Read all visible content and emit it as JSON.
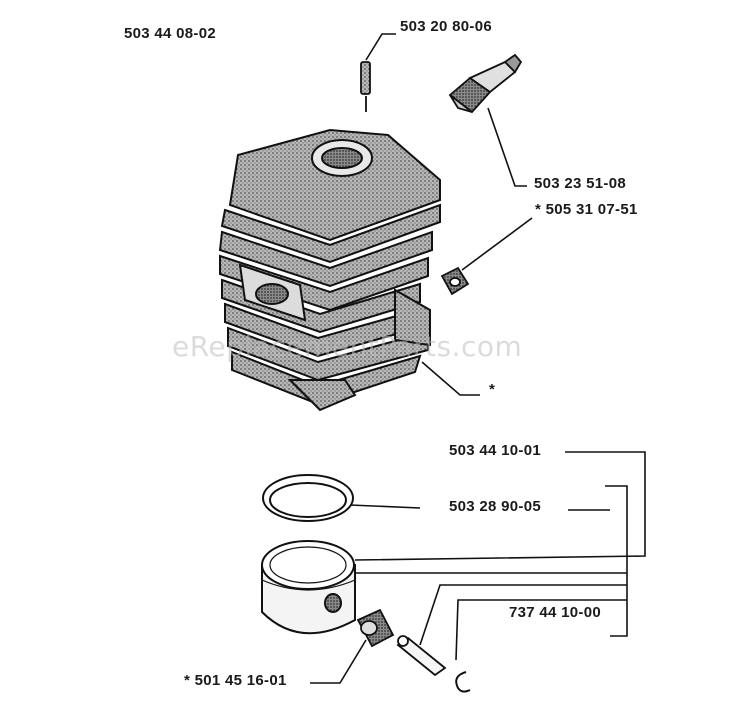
{
  "diagram": {
    "assembly_number": "503 44 08-02",
    "watermark": "eReplacementParts.com",
    "parts": {
      "decompression_valve": "503 20 80-06",
      "spark_plug": "503 23 51-08",
      "insert_nut": "* 505 31 07-51",
      "cylinder": "*",
      "piston_assembly": "503 44 10-01",
      "piston_ring": "503 28 90-05",
      "pin_and_circlip": "737 44 10-00",
      "needle_bearing": "* 501 45 16-01"
    }
  }
}
